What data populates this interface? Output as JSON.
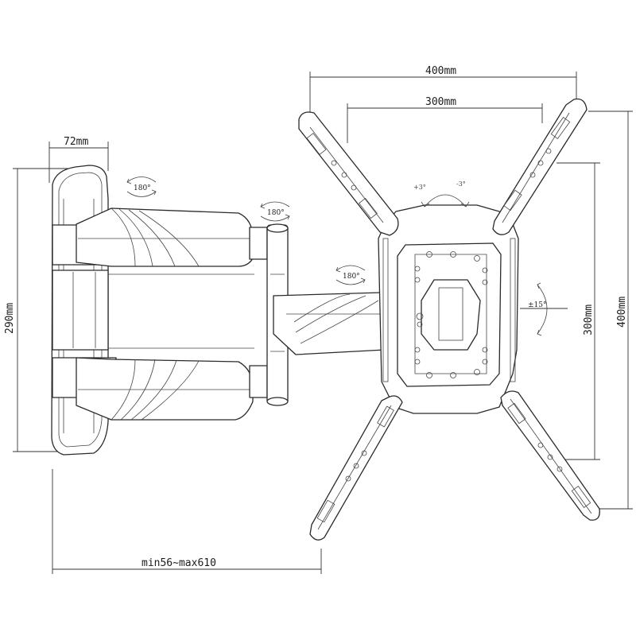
{
  "dimensions": {
    "vesa_width_outer": "400mm",
    "vesa_width_inner": "300mm",
    "vesa_height_inner": "300mm",
    "vesa_height_outer": "400mm",
    "plate_width": "72mm",
    "plate_height": "290mm",
    "extension": "min56~max610"
  },
  "rotation": {
    "pivot_1": "180°",
    "pivot_2": "180°",
    "pivot_3": "180°",
    "tilt_up": "+3°",
    "tilt_down": "-3°",
    "swivel": "±15°"
  }
}
